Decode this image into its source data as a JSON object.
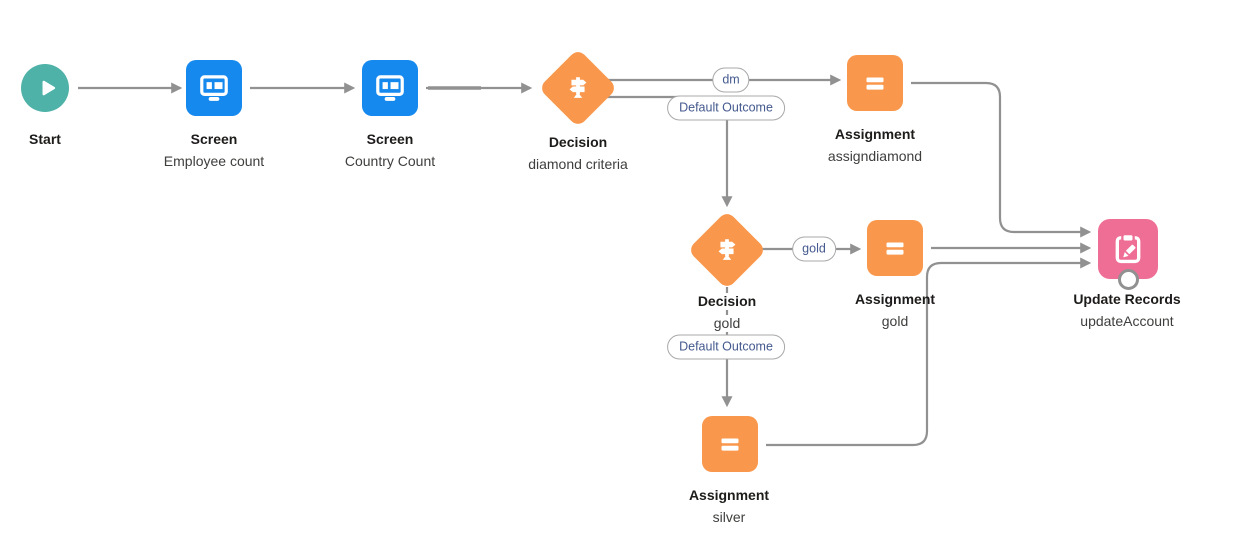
{
  "colors": {
    "canvas-bg": "#ffffff",
    "start-teal": "#4EB2A8",
    "screen-blue": "#1589EE",
    "logic-orange": "#F9984D",
    "data-pink": "#EF6E96",
    "connector-gray": "#919191",
    "pill-border-gray": "#A8A8A8",
    "pill-text-blue": "#44598E",
    "type-label-dark": "#1D1C1A",
    "name-label-gray": "#3E3E3C"
  },
  "nodes": {
    "start": {
      "type_label": "Start"
    },
    "screen_employee": {
      "type_label": "Screen",
      "name_label": "Employee count"
    },
    "screen_country": {
      "type_label": "Screen",
      "name_label": "Country Count"
    },
    "decision_diamond_criteria": {
      "type_label": "Decision",
      "name_label": "diamond criteria"
    },
    "assignment_assigndiamond": {
      "type_label": "Assignment",
      "name_label": "assigndiamond"
    },
    "decision_gold": {
      "type_label": "Decision",
      "name_label": "gold"
    },
    "assignment_gold": {
      "type_label": "Assignment",
      "name_label": "gold"
    },
    "assignment_silver": {
      "type_label": "Assignment",
      "name_label": "silver"
    },
    "update_records": {
      "type_label": "Update Records",
      "name_label": "updateAccount"
    }
  },
  "connector_labels": {
    "dm": "dm",
    "default_outcome_1": "Default Outcome",
    "gold": "gold",
    "default_outcome_2": "Default Outcome"
  }
}
